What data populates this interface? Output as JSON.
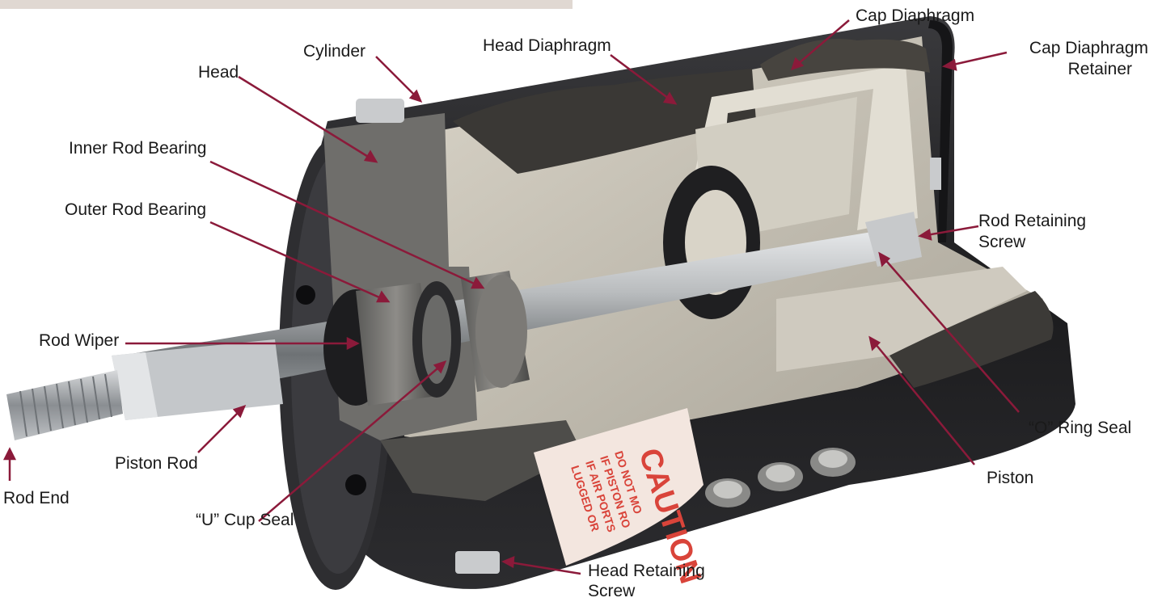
{
  "theme": {
    "leader_color": "#8b1a3a",
    "body_color": "#2a2a2c",
    "cut_metal_color": "#9a9a96",
    "rod_color": "#b9bcbe",
    "caution_color": "#d9443a"
  },
  "labels": {
    "head": "Head",
    "cylinder": "Cylinder",
    "head_diaphragm": "Head Diaphragm",
    "cap_diaphragm": "Cap Diaphragm",
    "cap_diaphragm_retainer_1": "Cap Diaphragm",
    "cap_diaphragm_retainer_2": "Retainer",
    "inner_rod_bearing": "Inner Rod Bearing",
    "outer_rod_bearing": "Outer Rod Bearing",
    "rod_retaining_screw_1": "Rod Retaining",
    "rod_retaining_screw_2": "Screw",
    "rod_wiper": "Rod Wiper",
    "o_ring_seal": "“O” Ring Seal",
    "piston_rod": "Piston Rod",
    "rod_end": "Rod End",
    "piston": "Piston",
    "u_cup_seal": "“U” Cup Seal",
    "head_retaining_screw_1": "Head Retaining",
    "head_retaining_screw_2": "Screw"
  },
  "caution_text": {
    "title": "CAUTION",
    "line1": "DO NOT MO",
    "line2": "IF PISTON RO",
    "line3": "IF AIR PORTS",
    "line4": "LUGGED OR"
  }
}
